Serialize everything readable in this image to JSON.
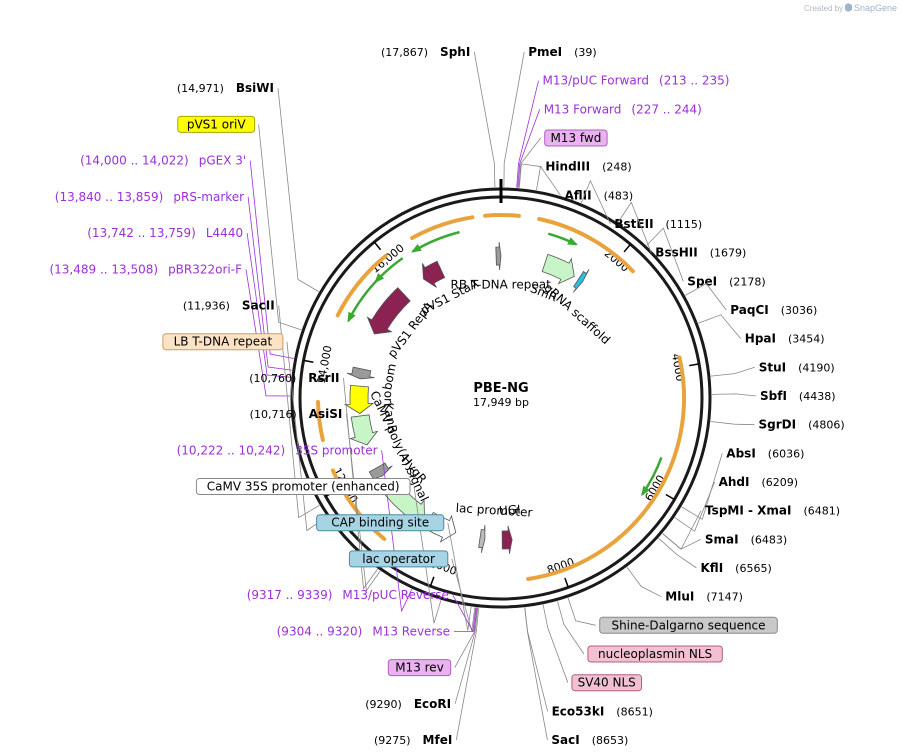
{
  "credit": {
    "prefix": "Created by",
    "brand": "SnapGene"
  },
  "plasmid": {
    "name": "PBE-NG",
    "size_label": "17,949 bp",
    "length": 17949
  },
  "colors": {
    "ring": "#1a1a1a",
    "orange": "#e8a33d",
    "green": "#3aa831",
    "primer": "#9b30d9",
    "maroon": "#8b2252",
    "light_green": "#c7f5c7",
    "yellow": "#ffff00",
    "gray": "#9a9a9a"
  },
  "ticks": [
    {
      "pos": 2000,
      "label": "2000"
    },
    {
      "pos": 4000,
      "label": "4000"
    },
    {
      "pos": 6000,
      "label": "6000"
    },
    {
      "pos": 8000,
      "label": "8000"
    },
    {
      "pos": 10000,
      "label": "10,000"
    },
    {
      "pos": 12000,
      "label": "12,000"
    },
    {
      "pos": 14000,
      "label": "14,000"
    },
    {
      "pos": 16000,
      "label": "16,000"
    }
  ],
  "labels": [
    {
      "kind": "site",
      "name": "SphI",
      "pos_text": "(17,867)",
      "pos": 17867,
      "side": "left"
    },
    {
      "kind": "site",
      "name": "PmeI",
      "pos_text": "(39)",
      "pos": 39,
      "side": "right"
    },
    {
      "kind": "primer",
      "name": "M13/pUC Forward",
      "pos_text": "(213 .. 235)",
      "pos": 213,
      "side": "right"
    },
    {
      "kind": "primer",
      "name": "M13 Forward",
      "pos_text": "(227 .. 244)",
      "pos": 227,
      "side": "right"
    },
    {
      "kind": "box",
      "name": "M13 fwd",
      "pos": 240,
      "side": "right",
      "fill": "#e9b3ef",
      "stroke": "#b05ec0"
    },
    {
      "kind": "site",
      "name": "HindIII",
      "pos_text": "(248)",
      "pos": 248,
      "side": "right"
    },
    {
      "kind": "site",
      "name": "AflII",
      "pos_text": "(483)",
      "pos": 483,
      "side": "right"
    },
    {
      "kind": "site",
      "name": "BstEII",
      "pos_text": "(1115)",
      "pos": 1115,
      "side": "right"
    },
    {
      "kind": "site",
      "name": "BssHII",
      "pos_text": "(1679)",
      "pos": 1679,
      "side": "right"
    },
    {
      "kind": "site",
      "name": "SpeI",
      "pos_text": "(2178)",
      "pos": 2178,
      "side": "right"
    },
    {
      "kind": "site",
      "name": "PaqCI",
      "pos_text": "(3036)",
      "pos": 3036,
      "side": "right"
    },
    {
      "kind": "site",
      "name": "HpaI",
      "pos_text": "(3454)",
      "pos": 3454,
      "side": "right"
    },
    {
      "kind": "site",
      "name": "StuI",
      "pos_text": "(4190)",
      "pos": 4190,
      "side": "right"
    },
    {
      "kind": "site",
      "name": "SbfI",
      "pos_text": "(4438)",
      "pos": 4438,
      "side": "right"
    },
    {
      "kind": "site",
      "name": "SgrDI",
      "pos_text": "(4806)",
      "pos": 4806,
      "side": "right"
    },
    {
      "kind": "site",
      "name": "AbsI",
      "pos_text": "(6036)",
      "pos": 6036,
      "side": "right"
    },
    {
      "kind": "site",
      "name": "AhdI",
      "pos_text": "(6209)",
      "pos": 6209,
      "side": "right"
    },
    {
      "kind": "site",
      "name": "TspMI - XmaI",
      "pos_text": "(6481)",
      "pos": 6481,
      "side": "right"
    },
    {
      "kind": "site",
      "name": "SmaI",
      "pos_text": "(6483)",
      "pos": 6483,
      "side": "right"
    },
    {
      "kind": "site",
      "name": "KflI",
      "pos_text": "(6565)",
      "pos": 6565,
      "side": "right"
    },
    {
      "kind": "site",
      "name": "MluI",
      "pos_text": "(7147)",
      "pos": 7147,
      "side": "right"
    },
    {
      "kind": "box",
      "name": "Shine-Dalgarno sequence",
      "pos": 8050,
      "side": "right",
      "fill": "#c9c9c9",
      "stroke": "#888888"
    },
    {
      "kind": "box",
      "name": "nucleoplasmin NLS",
      "pos": 8200,
      "side": "right",
      "fill": "#f2bfd3",
      "stroke": "#b0607f"
    },
    {
      "kind": "box",
      "name": "SV40 NLS",
      "pos": 8400,
      "side": "right",
      "fill": "#f2bfd3",
      "stroke": "#b0607f"
    },
    {
      "kind": "site",
      "name": "Eco53kI",
      "pos_text": "(8651)",
      "pos": 8651,
      "side": "right"
    },
    {
      "kind": "site",
      "name": "SacI",
      "pos_text": "(8653)",
      "pos": 8653,
      "side": "right"
    },
    {
      "kind": "site",
      "name": "MfeI",
      "pos_text": "(9275)",
      "pos": 9275,
      "side": "left"
    },
    {
      "kind": "site",
      "name": "EcoRI",
      "pos_text": "(9290)",
      "pos": 9290,
      "side": "left"
    },
    {
      "kind": "box",
      "name": "M13 rev",
      "pos": 9295,
      "side": "left",
      "fill": "#e9b3ef",
      "stroke": "#b05ec0"
    },
    {
      "kind": "primer",
      "name": "M13 Reverse",
      "pos_text": "(9304 .. 9320)",
      "pos": 9304,
      "side": "left"
    },
    {
      "kind": "box",
      "name": "lac operator",
      "pos": 9330,
      "side": "left",
      "fill": "#a7d4e4",
      "stroke": "#4f8aa0"
    },
    {
      "kind": "primer",
      "name": "M13/pUC Reverse",
      "pos_text": "(9317 .. 9339)",
      "pos": 9317,
      "side": "left"
    },
    {
      "kind": "box",
      "name": "CAP binding site",
      "pos": 9380,
      "side": "left",
      "fill": "#a7d4e4",
      "stroke": "#4f8aa0"
    },
    {
      "kind": "box",
      "name": "CaMV 35S promoter (enhanced)",
      "pos": 9800,
      "side": "left",
      "fill": "#ffffff",
      "stroke": "#888888"
    },
    {
      "kind": "primer",
      "name": "35S promoter",
      "pos_text": "(10,222 .. 10,242)",
      "pos": 10222,
      "side": "left"
    },
    {
      "kind": "site",
      "name": "AsiSI",
      "pos_text": "(10,716)",
      "pos": 10716,
      "side": "left"
    },
    {
      "kind": "site",
      "name": "RsrII",
      "pos_text": "(10,760)",
      "pos": 10760,
      "side": "left"
    },
    {
      "kind": "box",
      "name": "LB T-DNA repeat",
      "pos": 11750,
      "side": "left",
      "fill": "#fde3c6",
      "stroke": "#d09a5a"
    },
    {
      "kind": "site",
      "name": "SacII",
      "pos_text": "(11,936)",
      "pos": 11936,
      "side": "left"
    },
    {
      "kind": "primer",
      "name": "pBR322ori-F",
      "pos_text": "(13,489 .. 13,508)",
      "pos": 13489,
      "side": "left"
    },
    {
      "kind": "primer",
      "name": "L4440",
      "pos_text": "(13,742 .. 13,759)",
      "pos": 13742,
      "side": "left"
    },
    {
      "kind": "primer",
      "name": "pRS-marker",
      "pos_text": "(13,840 .. 13,859)",
      "pos": 13840,
      "side": "left"
    },
    {
      "kind": "primer",
      "name": "pGEX 3'",
      "pos_text": "(14,000 .. 14,022)",
      "pos": 14000,
      "side": "left"
    },
    {
      "kind": "box",
      "name": "pVS1 oriV",
      "pos": 14400,
      "side": "left",
      "fill": "#ffff00",
      "stroke": "#a8a800"
    },
    {
      "kind": "site",
      "name": "BsiWI",
      "pos_text": "(14,971)",
      "pos": 14971,
      "side": "left"
    }
  ],
  "features": [
    {
      "name": "",
      "start": 17700,
      "end": 280,
      "type": "band",
      "color": "#e8a33d"
    },
    {
      "name": "",
      "start": 600,
      "end": 2300,
      "type": "band",
      "color": "#e8a33d"
    },
    {
      "name": "",
      "start": 3850,
      "end": 8550,
      "type": "band",
      "color": "#e8a33d"
    },
    {
      "name": "",
      "start": 10950,
      "end": 12300,
      "type": "band",
      "color": "#e8a33d"
    },
    {
      "name": "",
      "start": 12800,
      "end": 13400,
      "type": "band",
      "color": "#e8a33d"
    },
    {
      "name": "",
      "start": 14800,
      "end": 16000,
      "type": "band",
      "color": "#e8a33d"
    },
    {
      "name": "",
      "start": 16500,
      "end": 17500,
      "type": "band",
      "color": "#e8a33d"
    },
    {
      "name": "",
      "start": 17250,
      "end": 16400,
      "type": "cds",
      "color": "#3aa831"
    },
    {
      "name": "",
      "start": 800,
      "end": 1300,
      "type": "cds",
      "color": "#3aa831"
    },
    {
      "name": "",
      "start": 5500,
      "end": 6200,
      "type": "cds",
      "color": "#3aa831"
    },
    {
      "name": "",
      "start": 15700,
      "end": 14800,
      "type": "cds",
      "color": "#3aa831"
    },
    {
      "name": "",
      "start": 16200,
      "end": 15600,
      "type": "cds",
      "color": "#3aa831"
    }
  ],
  "inner_features": [
    {
      "name": "RB T-DNA repeat",
      "start": 17850,
      "end": 17950,
      "label_pos": 17940,
      "color": "#999999"
    },
    {
      "name": "pVS1 StaA",
      "start": 16700,
      "end": 16300,
      "label_pos": 16600,
      "color": "#8b2252"
    },
    {
      "name": "SmR",
      "start": 900,
      "end": 1550,
      "label_pos": 1100,
      "color": "#c7f5c7"
    },
    {
      "name": "gRNA scaffold",
      "start": 1650,
      "end": 1750,
      "label_pos": 2100,
      "color": "#33bbdd"
    },
    {
      "name": "pVS1 RepA",
      "start": 15800,
      "end": 14800,
      "label_pos": 15300,
      "color": "#8b2252"
    },
    {
      "name": "bom",
      "start": 14050,
      "end": 13850,
      "label_pos": 14000,
      "color": "#9a9a9a"
    },
    {
      "name": "ori",
      "start": 13700,
      "end": 13150,
      "label_pos": 13450,
      "color": "#ffff00"
    },
    {
      "name": "KanR",
      "start": 13100,
      "end": 12500,
      "label_pos": 12950,
      "color": "#c7f5c7"
    },
    {
      "name": "CaMV poly(A) signal",
      "start": 12000,
      "end": 11800,
      "label_pos": 12200,
      "color": "#9a9a9a"
    },
    {
      "name": "HygR",
      "start": 11600,
      "end": 10600,
      "label_pos": 11500,
      "color": "#c7f5c7"
    },
    {
      "name": "",
      "start": 10500,
      "end": 9900,
      "label_pos": 10200,
      "color": "#ffffff"
    },
    {
      "name": "lac promoter",
      "start": 9400,
      "end": 9300,
      "label_pos": 9150,
      "color": "#bbbbbb"
    },
    {
      "name": "UGI",
      "start": 8950,
      "end": 8750,
      "label_pos": 8750,
      "color": "#8b2252"
    }
  ]
}
